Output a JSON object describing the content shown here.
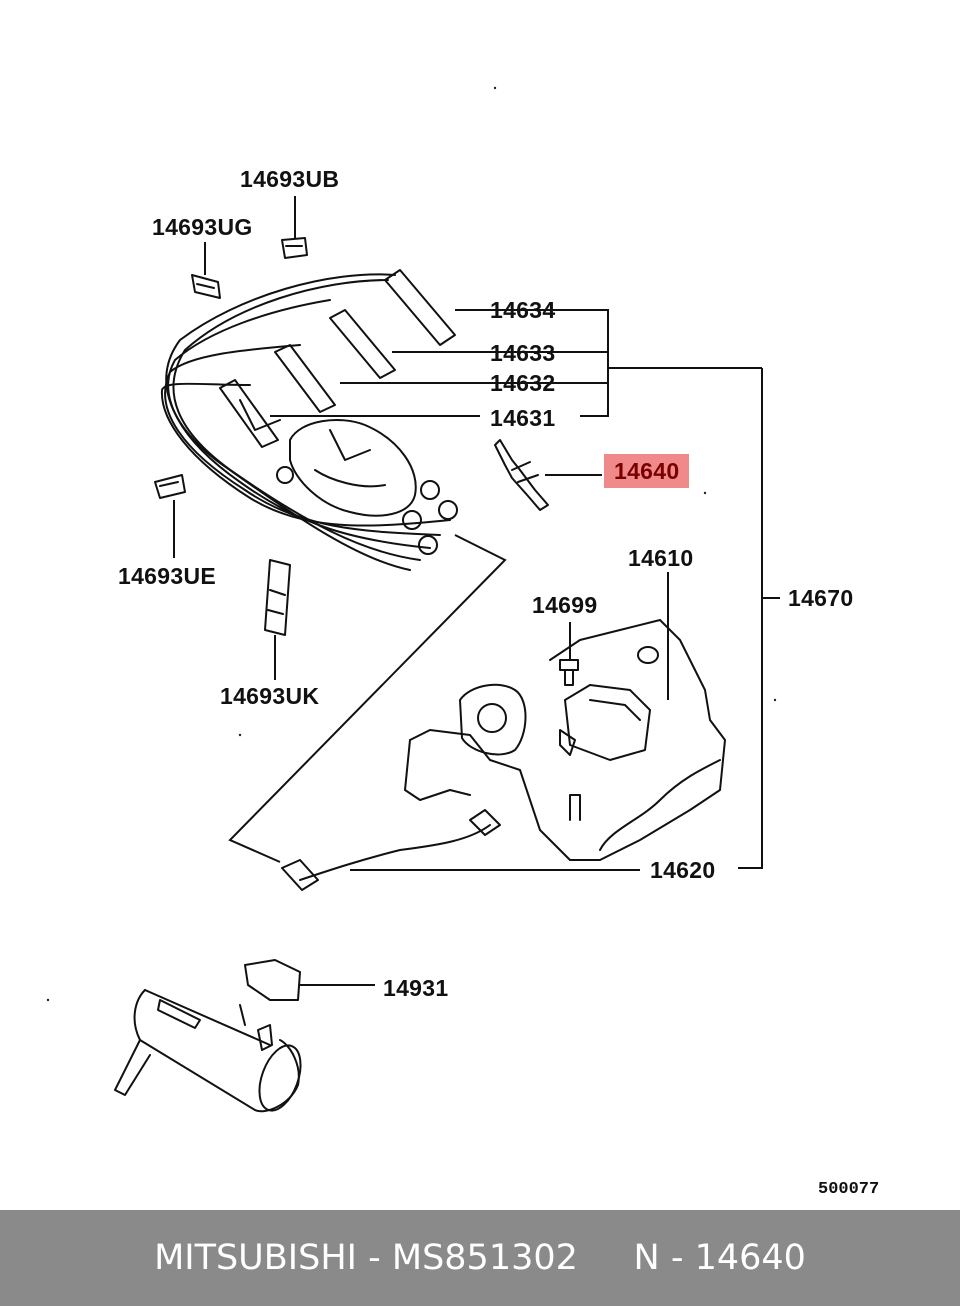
{
  "labels": {
    "p14693UB": "14693UB",
    "p14693UG": "14693UG",
    "p14634": "14634",
    "p14633": "14633",
    "p14632": "14632",
    "p14631": "14631",
    "p14640": "14640",
    "p14610": "14610",
    "p14699": "14699",
    "p14670": "14670",
    "p14693UE": "14693UE",
    "p14693UK": "14693UK",
    "p14620": "14620",
    "p14931": "14931"
  },
  "highlighted_part": "14640",
  "highlight_color": "#f08a8a",
  "diagram_code": "500077",
  "footer": {
    "brand": "MITSUBISHI",
    "part_number": "MS851302",
    "position": "N - 14640",
    "text": "MITSUBISHI - MS851302     N - 14640",
    "background": "#8a8a8a"
  }
}
